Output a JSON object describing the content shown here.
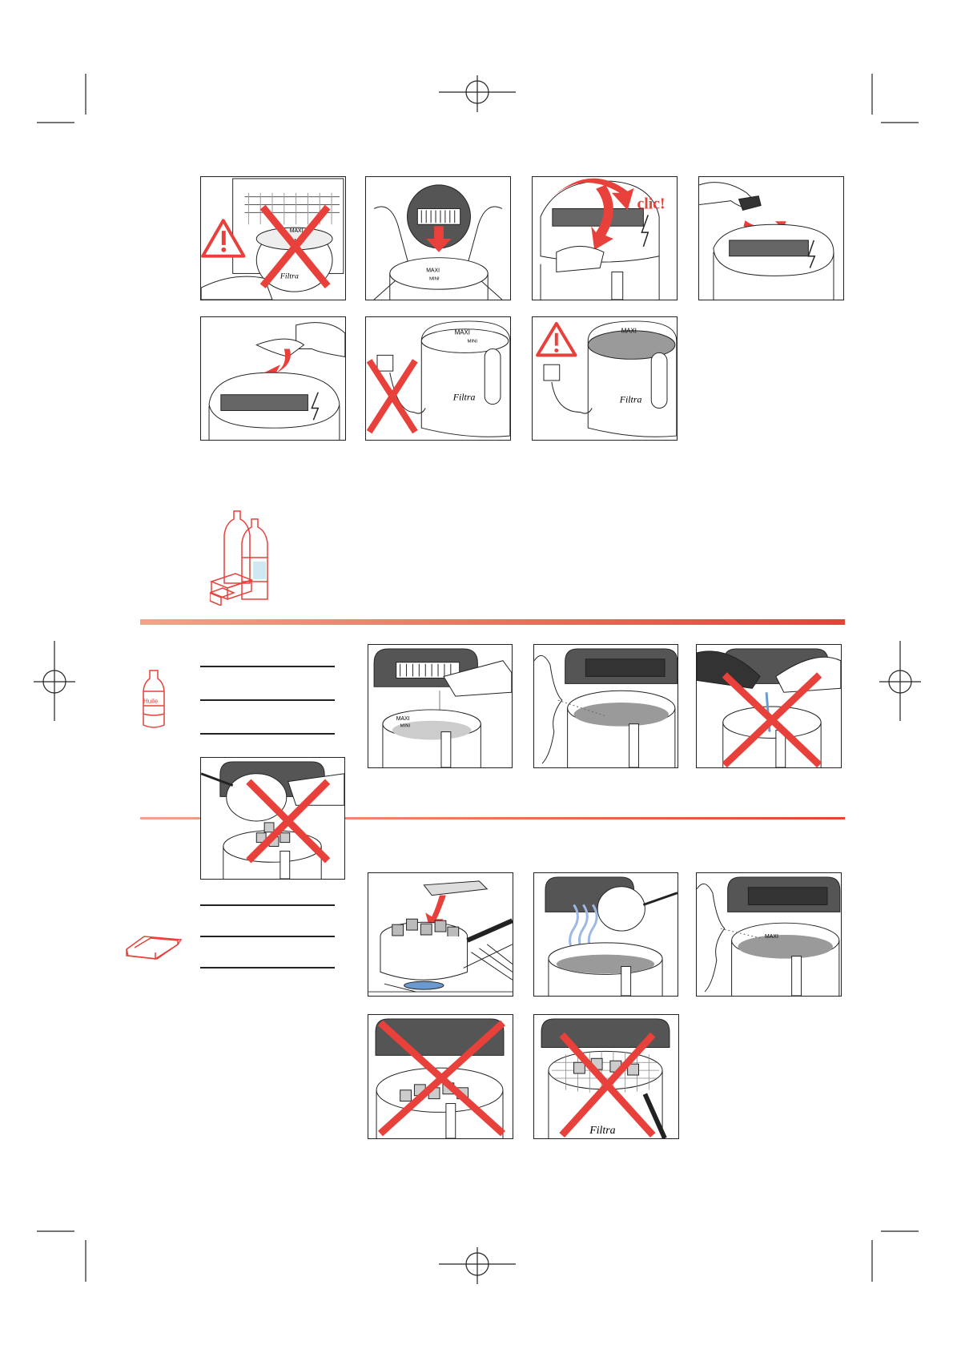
{
  "colors": {
    "accent": "#e8403a",
    "ink": "#222222",
    "oil": "#9a9a9a"
  },
  "panels": {
    "p1": {
      "warning": true,
      "cross": true,
      "labels": [
        "MAXI",
        "MINI",
        "Filtra"
      ]
    },
    "p2": {
      "labels": [
        "MAXI",
        "MINI"
      ]
    },
    "p3": {
      "clic_text": "clic!"
    },
    "p4": {},
    "p5": {},
    "p6": {
      "cross": true,
      "labels": [
        "MAXI",
        "MINI",
        "Filtra"
      ]
    },
    "p7": {
      "warning": true,
      "labels": [
        "MAXI",
        "Filtra"
      ]
    },
    "p8": {
      "labels": [
        "MAXI",
        "MINI"
      ]
    },
    "p9": {},
    "p10": {
      "cross": true
    },
    "p11": {
      "cross": true
    },
    "p12": {},
    "p13": {},
    "p14": {
      "labels": [
        "MAXI"
      ]
    },
    "p15": {
      "cross": true
    },
    "p16": {
      "cross": true,
      "labels": [
        "Filtra"
      ]
    }
  },
  "bottle_icon_text": "Huile"
}
